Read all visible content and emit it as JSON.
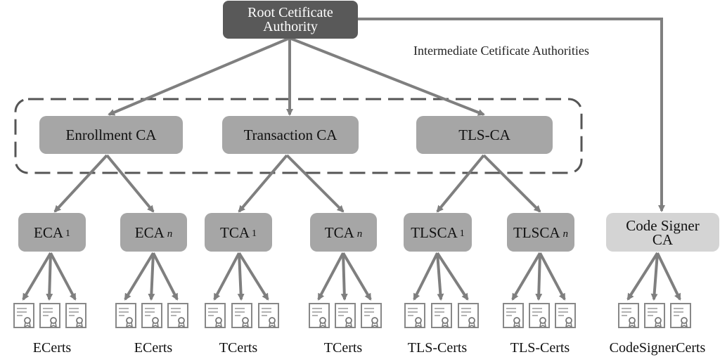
{
  "root": {
    "line1": "Root Cetificate",
    "line2": "Authority"
  },
  "intermediate_label": "Intermediate Cetificate Authorities",
  "intermediates": [
    {
      "id": "enroll",
      "label": "Enrollment CA"
    },
    {
      "id": "trans",
      "label": "Transaction CA"
    },
    {
      "id": "tls",
      "label": "TLS-CA"
    }
  ],
  "leaves": [
    {
      "id": "eca1",
      "base": "ECA",
      "suffix": "1",
      "italic": false
    },
    {
      "id": "ecan",
      "base": "ECA",
      "suffix": "n",
      "italic": true
    },
    {
      "id": "tca1",
      "base": "TCA",
      "suffix": "1",
      "italic": false
    },
    {
      "id": "tcan",
      "base": "TCA",
      "suffix": "n",
      "italic": true
    },
    {
      "id": "tlsca1",
      "base": "TLSCA",
      "suffix": "1",
      "italic": false
    },
    {
      "id": "tlscan",
      "base": "TLSCA",
      "suffix": "n",
      "italic": true
    }
  ],
  "code_signer": {
    "line1": "Code Signer",
    "line2": "CA"
  },
  "cert_labels": [
    "ECerts",
    "ECerts",
    "TCerts",
    "TCerts",
    "TLS-Certs",
    "TLS-Certs",
    "CodeSignerCerts"
  ],
  "colors": {
    "root_fill": "#595959",
    "node_fill": "#a6a6a6",
    "code_signer_fill": "#d4d4d4",
    "arrow": "#7f7f7f"
  },
  "icons": {
    "certificate": "certificate-icon"
  }
}
